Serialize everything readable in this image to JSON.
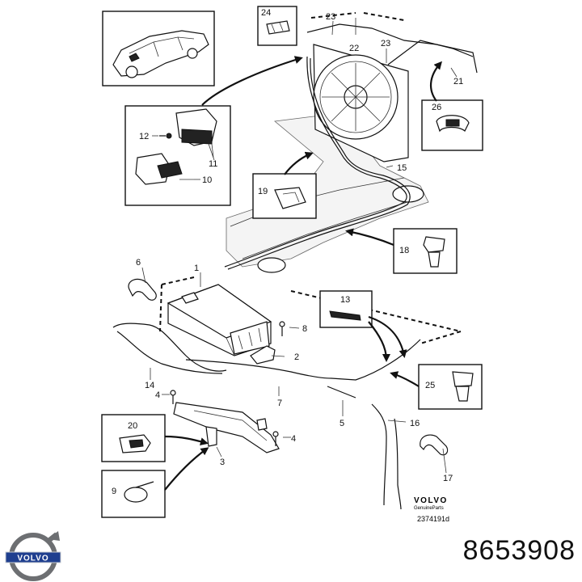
{
  "labels": {
    "l1": "1",
    "l2": "2",
    "l3": "3",
    "l4a": "4",
    "l4b": "4",
    "l5": "5",
    "l6": "6",
    "l7": "7",
    "l8": "8",
    "l9": "9",
    "l10": "10",
    "l11": "11",
    "l12": "12",
    "l13": "13",
    "l14": "14",
    "l15": "15",
    "l16": "16",
    "l17": "17",
    "l18": "18",
    "l19": "19",
    "l20": "20",
    "l21": "21",
    "l22": "22",
    "l23a": "23",
    "l23b": "23",
    "l24": "24",
    "l25": "25",
    "l26": "26"
  },
  "branding": {
    "volvo_text": "VOLVO",
    "genuine_parts": "GenuineParts",
    "drawing_code": "2374191d",
    "logo_text": "VOLVO"
  },
  "part_number": "8653908"
}
